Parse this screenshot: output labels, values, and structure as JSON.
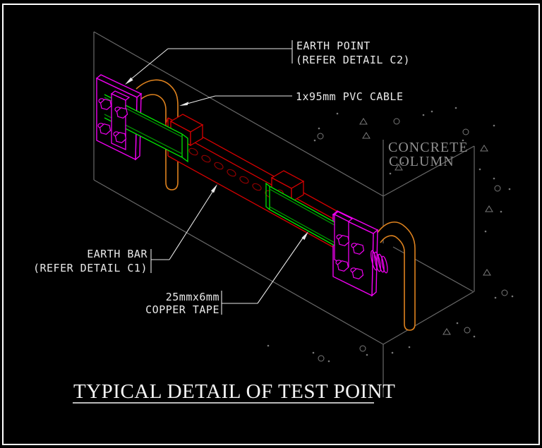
{
  "drawing": {
    "title": "TYPICAL DETAIL OF TEST POINT",
    "annotations": {
      "earth_point": {
        "line1": "EARTH POINT",
        "line2": "(REFER DETAIL C2)"
      },
      "pvc_cable": {
        "line1": "1x95mm PVC CABLE"
      },
      "concrete_column": {
        "line1": "CONCRETE",
        "line2": "COLUMN"
      },
      "earth_bar": {
        "line1": "EARTH BAR",
        "line2": "(REFER DETAIL C1)"
      },
      "copper_tape": {
        "line1": "25mmx6mm",
        "line2": "COPPER TAPE"
      }
    },
    "colors": {
      "background": "#000000",
      "border": "#FFFFFF",
      "structure_gray": "#696969",
      "concrete_text_gray": "#8F8F8F",
      "annotation_white": "#E9E9E9",
      "earth_plate_magenta": "#F000F0",
      "copper_tape_green": "#00E400",
      "copper_tape_dark_green": "#008C00",
      "earth_bar_red": "#D40000",
      "earth_bar_hole_red": "#8F0000",
      "cable_orange": "#DE821E"
    }
  }
}
